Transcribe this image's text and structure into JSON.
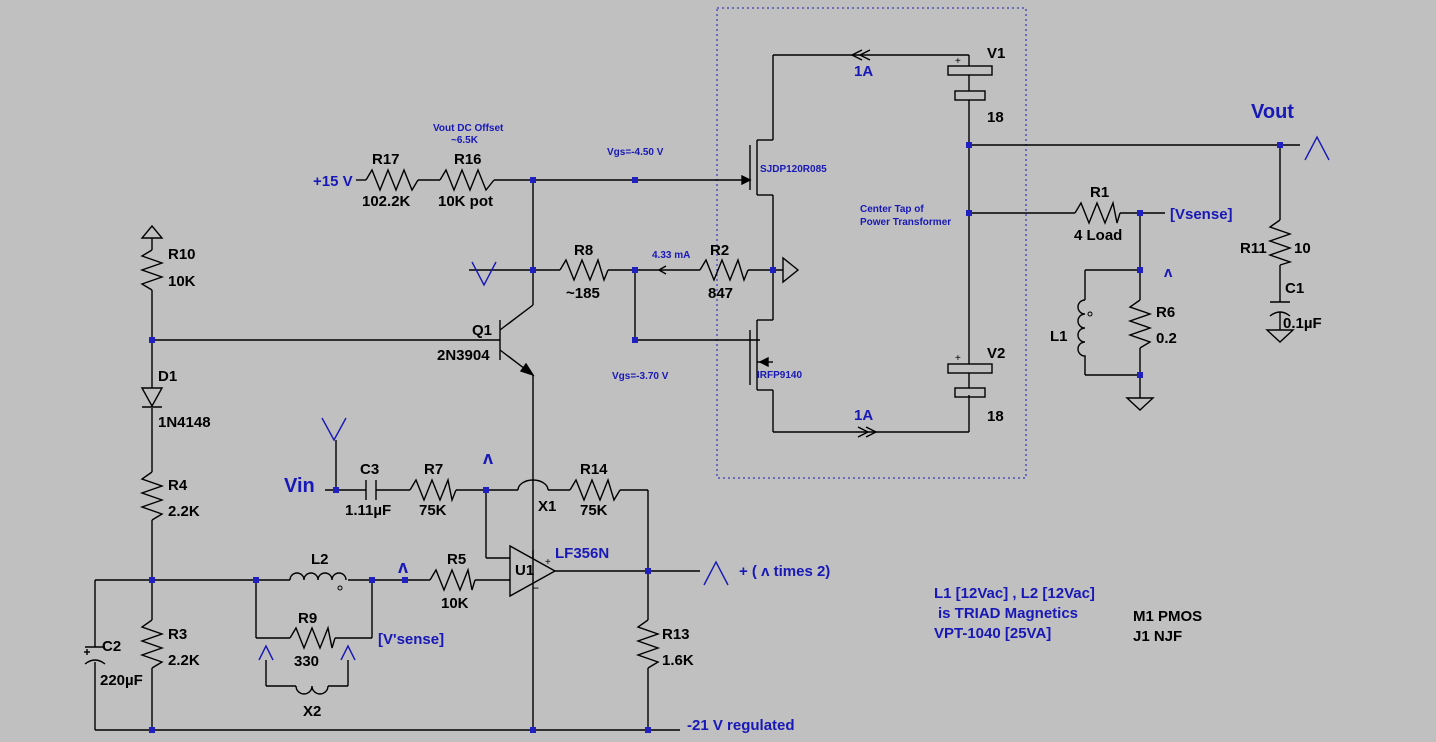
{
  "colors": {
    "background": "#c0c0c0",
    "wire": "#000000",
    "label": "#1818b8",
    "junction": "#2020c0"
  },
  "components": {
    "V1": {
      "ref": "V1",
      "value": "18"
    },
    "V2": {
      "ref": "V2",
      "value": "18"
    },
    "R1": {
      "ref": "R1",
      "value": "4 Load"
    },
    "R2": {
      "ref": "R2",
      "value": "847"
    },
    "R3": {
      "ref": "R3",
      "value": "2.2K"
    },
    "R4": {
      "ref": "R4",
      "value": "2.2K"
    },
    "R5": {
      "ref": "R5",
      "value": "10K"
    },
    "R6": {
      "ref": "R6",
      "value": "0.2"
    },
    "R7": {
      "ref": "R7",
      "value": "75K"
    },
    "R8": {
      "ref": "R8",
      "value": "~185"
    },
    "R9": {
      "ref": "R9",
      "value": "330"
    },
    "R10": {
      "ref": "R10",
      "value": "10K"
    },
    "R11": {
      "ref": "R11",
      "value": "10"
    },
    "R13": {
      "ref": "R13",
      "value": "1.6K"
    },
    "R14": {
      "ref": "R14",
      "value": "75K"
    },
    "R16": {
      "ref": "R16",
      "value": "10K pot"
    },
    "R17": {
      "ref": "R17",
      "value": "102.2K"
    },
    "C1": {
      "ref": "C1",
      "value": "0.1µF"
    },
    "C2": {
      "ref": "C2",
      "value": "220µF"
    },
    "C3": {
      "ref": "C3",
      "value": "1.11µF"
    },
    "D1": {
      "ref": "D1",
      "value": "1N4148"
    },
    "Q1": {
      "ref": "Q1",
      "value": "2N3904"
    },
    "U1": {
      "ref": "U1",
      "value": "LF356N"
    },
    "L1": {
      "ref": "L1"
    },
    "L2": {
      "ref": "L2"
    },
    "X1": {
      "ref": "X1"
    },
    "X2": {
      "ref": "X2"
    },
    "M_top": {
      "value": "SJDP120R085"
    },
    "M_bot": {
      "value": "IRFP9140"
    }
  },
  "labels": {
    "plus15": "+15 V",
    "vout": "Vout",
    "vin": "Vin",
    "vsense": "[Vsense]",
    "vprimesense": "[V'sense]",
    "neg21": "-21 V regulated",
    "times2": "+ ( ʌ times 2)",
    "caret": "ʌ",
    "vee": "V",
    "current1": "1A",
    "current2": "1A",
    "r2_current": "4.33 mA",
    "vgs_top": "Vgs=-4.50 V",
    "vgs_bot": "Vgs=-3.70 V",
    "offset_line1": "Vout DC Offset",
    "offset_line2": "~6.5K",
    "ctap_line1": "Center Tap of",
    "ctap_line2": "Power Transformer"
  },
  "notes": {
    "triad_line1": "L1 [12Vac] , L2 [12Vac]",
    "triad_line2": "is TRIAD Magnetics",
    "triad_line3": "VPT-1040 [25VA]",
    "m1": "M1 PMOS",
    "j1": "J1  NJF"
  }
}
